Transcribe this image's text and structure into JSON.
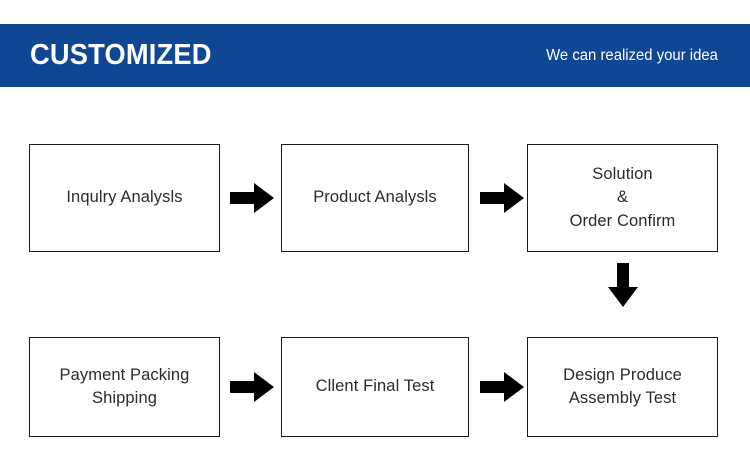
{
  "header": {
    "title": "CUSTOMIZED",
    "tagline": "We can realized your idea",
    "background_color": "#0F4794",
    "text_color": "#FFFFFF"
  },
  "diagram": {
    "type": "process-flowchart",
    "box_border_color": "#1A1A1A",
    "box_fill_color": "#FFFFFF",
    "arrow_color": "#000000",
    "text_color": "#2B2B2B",
    "boxes": [
      {
        "id": "inquiry-analysis",
        "label": "Inqulry Analysls",
        "row": 1,
        "column": 1
      },
      {
        "id": "product-analysis",
        "label": "Product Analysls",
        "row": 1,
        "column": 2
      },
      {
        "id": "solution-order",
        "label": "Solution\n&\nOrder Confirm",
        "row": 1,
        "column": 3
      },
      {
        "id": "payment-packing",
        "label": "Payment Packing\nShipping",
        "row": 2,
        "column": 1
      },
      {
        "id": "client-final-test",
        "label": "Cllent Final Test",
        "row": 2,
        "column": 2
      },
      {
        "id": "design-produce",
        "label": "Design Produce\nAssembly Test",
        "row": 2,
        "column": 3
      }
    ],
    "arrows": [
      {
        "id": "inquiry-to-product",
        "direction": "right",
        "from": "inquiry-analysis",
        "to": "product-analysis"
      },
      {
        "id": "product-to-solution",
        "direction": "right",
        "from": "product-analysis",
        "to": "solution-order"
      },
      {
        "id": "solution-to-design",
        "direction": "down",
        "from": "solution-order",
        "to": "design-produce"
      },
      {
        "id": "payment-to-client",
        "direction": "right",
        "from": "payment-packing",
        "to": "client-final-test"
      },
      {
        "id": "client-to-design",
        "direction": "right",
        "from": "client-final-test",
        "to": "design-produce"
      }
    ]
  }
}
